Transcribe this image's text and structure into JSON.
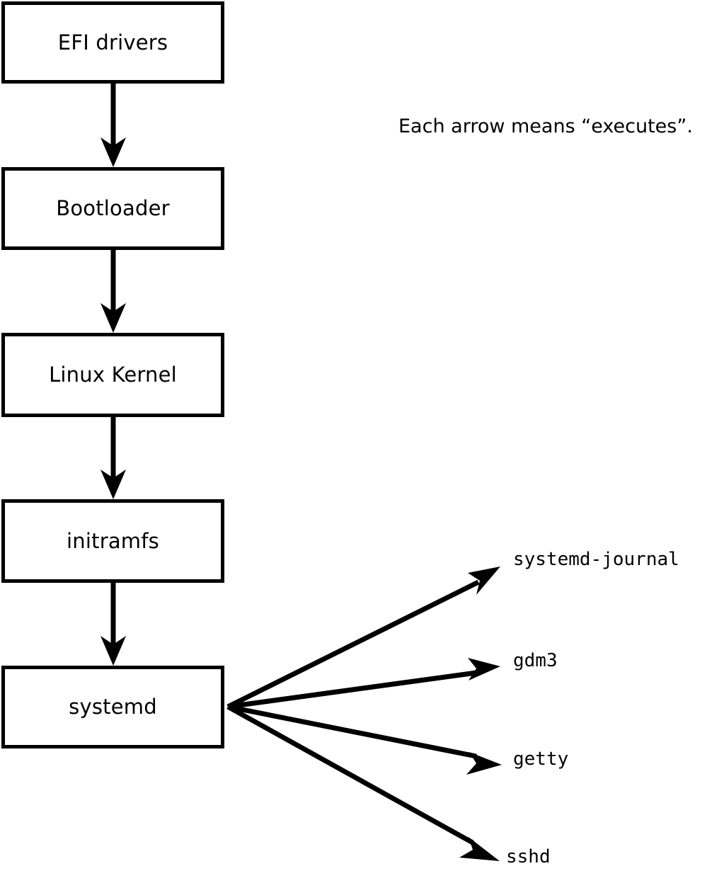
{
  "diagram": {
    "title_note": "Each arrow means “executes”.",
    "boot_chain": [
      {
        "label": "EFI drivers"
      },
      {
        "label": "Bootloader"
      },
      {
        "label": "Linux Kernel"
      },
      {
        "label": "initramfs"
      },
      {
        "label": "systemd"
      }
    ],
    "services": [
      {
        "label": "systemd-journal"
      },
      {
        "label": "gdm3"
      },
      {
        "label": "getty"
      },
      {
        "label": "sshd"
      }
    ],
    "colors": {
      "stroke": "#000000",
      "fill": "#ffffff",
      "text": "#000000"
    }
  }
}
